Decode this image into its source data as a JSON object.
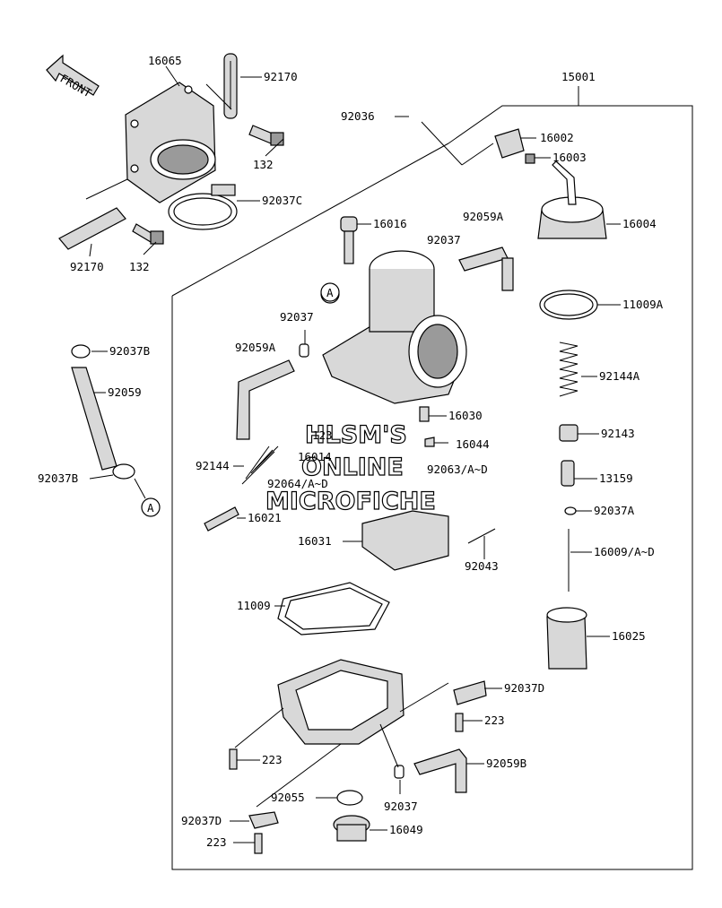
{
  "front_arrow": {
    "label": "FRONT"
  },
  "watermark": {
    "line1": "HLSM'S",
    "line2": "ONLINE",
    "line3": "MICROFICHE"
  },
  "callouts": {
    "a_marker": "A",
    "p16065": "16065",
    "p92170_top": "92170",
    "p15001": "15001",
    "p92036": "92036",
    "p16002": "16002",
    "p16003": "16003",
    "p132_top": "132",
    "p92037C": "92037C",
    "p16016": "16016",
    "p92059A_top": "92059A",
    "p92037_top": "92037",
    "p16004": "16004",
    "p92170_bottom": "92170",
    "p132_bottom": "132",
    "p11009A": "11009A",
    "p92037_mid": "92037",
    "p92037B": "92037B",
    "p92059A_left": "92059A",
    "p92059": "92059",
    "p92144A": "92144A",
    "p16030": "16030",
    "p16044": "16044",
    "p92143": "92143",
    "p16014": "16014",
    "p92144": "92144",
    "p92063": "92063/A~D",
    "p92037B_low": "92037B",
    "p13159": "13159",
    "p92064": "92064/A~D",
    "p92037A": "92037A",
    "p16021": "16021",
    "p16031": "16031",
    "p16009": "16009/A~D",
    "p92043": "92043",
    "p11009": "11009",
    "p16025": "16025",
    "p92037D_right": "92037D",
    "p223_right": "223",
    "p223_left": "223",
    "p92059B": "92059B",
    "p92055": "92055",
    "p92037_bottom": "92037",
    "p92037D_left": "92037D",
    "p16049": "16049",
    "p223_bottom": "223",
    "p123": "123"
  }
}
